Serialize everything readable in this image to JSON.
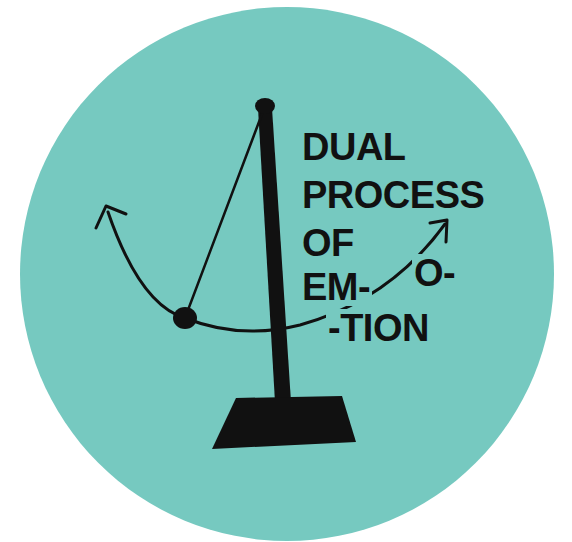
{
  "diagram": {
    "labels": [
      "DUAL",
      "PROCESS",
      "OF",
      "EM-",
      "O-",
      "-TION"
    ]
  }
}
